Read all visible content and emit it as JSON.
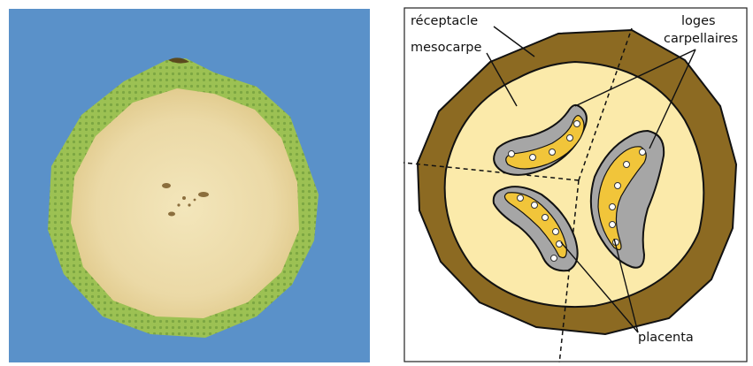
{
  "photo": {
    "background_color": "#5a91c9",
    "skin_color": "#9cc153",
    "flesh_color": "#e9d9a8"
  },
  "diagram": {
    "labels": {
      "receptacle": "réceptacle",
      "mesocarp": "mesocarpe",
      "locules_line1": "loges",
      "locules_line2": "carpellaires",
      "placenta": "placenta"
    },
    "colors": {
      "receptacle": "#8c6a22",
      "mesocarp": "#fbeaaa",
      "locule": "#a6a6a6",
      "placenta": "#f1c53a",
      "ovule": "#ffffff"
    }
  }
}
